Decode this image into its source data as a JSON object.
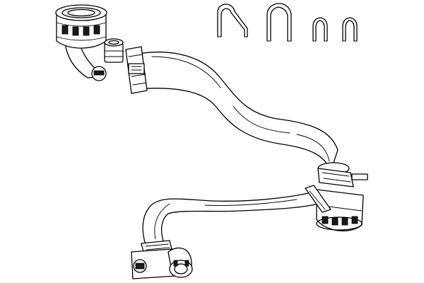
{
  "image": {
    "background_color": "#ffffff",
    "line_color": "#000000",
    "parts": [
      {
        "name": "coolant-hose-upper"
      },
      {
        "name": "coolant-hose-lower"
      },
      {
        "name": "retaining-clip",
        "count": 4
      }
    ]
  }
}
